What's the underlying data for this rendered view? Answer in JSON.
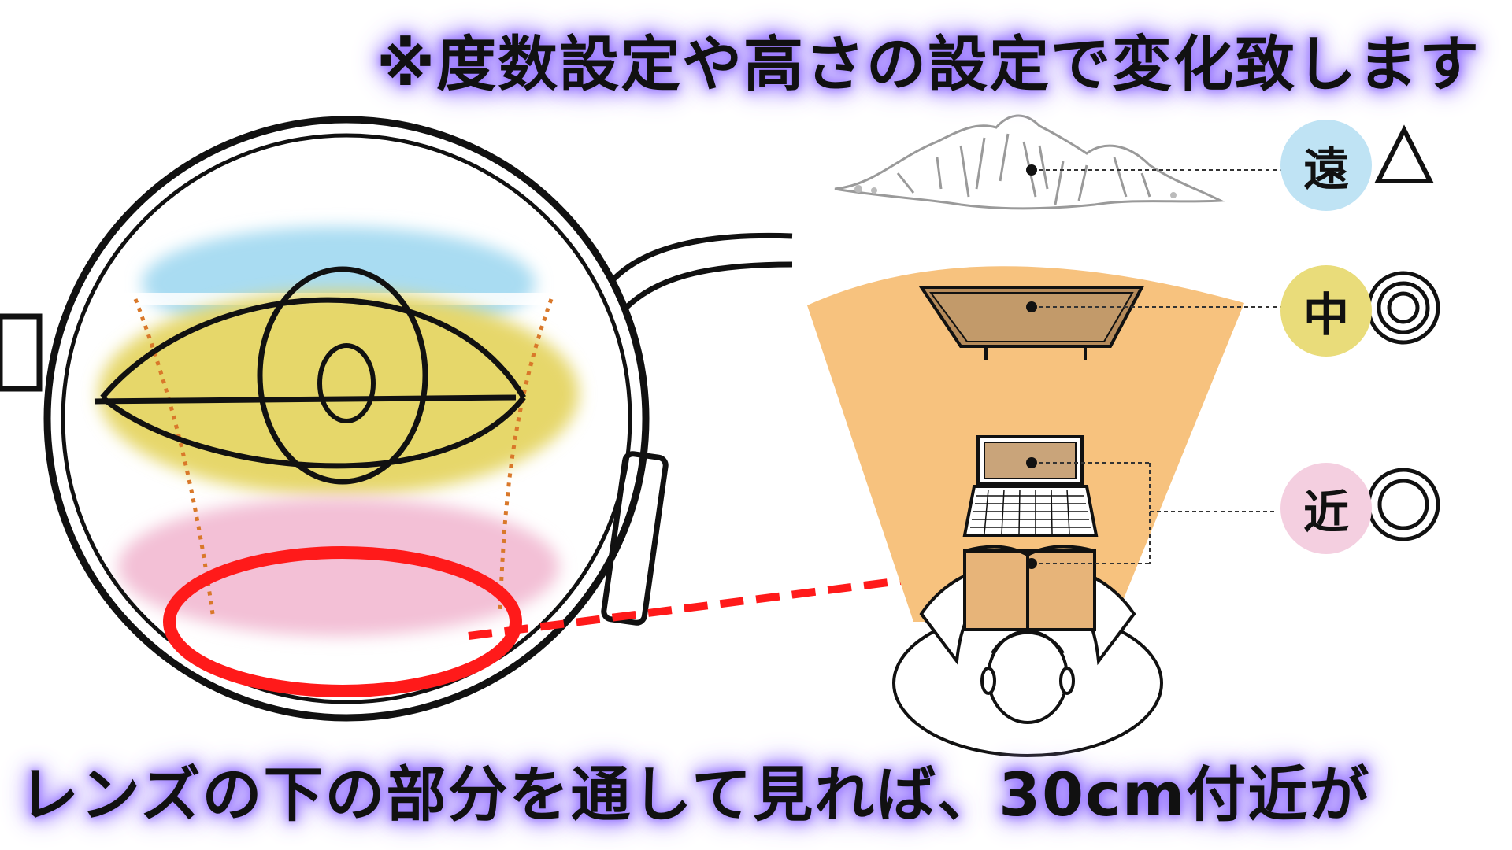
{
  "captions": {
    "top": "※度数設定や高さの設定で変化致します",
    "bottom": "レンズの下の部分を通して見れば、30cm付近が"
  },
  "distances": [
    {
      "label": "遠",
      "rating": "△",
      "color": "#bfe3f4"
    },
    {
      "label": "中",
      "rating": "◎",
      "color": "#e9dc7a"
    },
    {
      "label": "近",
      "rating": "○",
      "color": "#f4cfe0"
    }
  ],
  "colors": {
    "far_zone": "#a9dcf2",
    "mid_zone": "#e6d76a",
    "near_zone": "#f3c0d6",
    "highlight": "#ff1a1a",
    "field_of_view": "#f7c27e",
    "glow": "#9b7bff"
  },
  "icons": [
    "eye-icon",
    "glasses-lens-icon",
    "mountain-icon",
    "tv-icon",
    "laptop-icon",
    "book-icon",
    "person-icon"
  ]
}
